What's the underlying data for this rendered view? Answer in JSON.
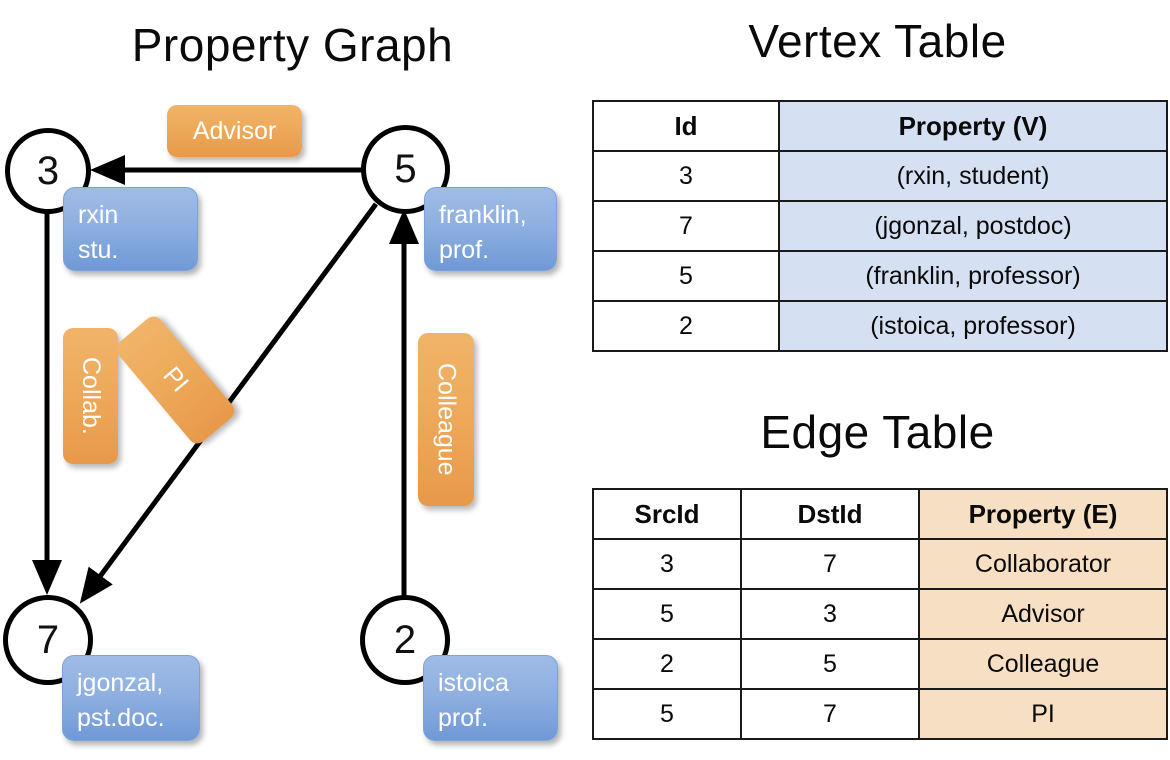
{
  "titles": {
    "property_graph": "Property Graph",
    "vertex_table": "Vertex Table",
    "edge_table": "Edge Table"
  },
  "colors": {
    "vertex_property_fill": "#d5e0f2",
    "edge_property_fill": "#f7dfc4",
    "vertex_box_blue": "#8fb0e0",
    "edge_label_orange": "#eeab5c",
    "stroke": "#000000"
  },
  "graph": {
    "nodes": [
      {
        "id": "3",
        "property_lines": [
          "rxin",
          "stu."
        ]
      },
      {
        "id": "5",
        "property_lines": [
          "franklin,",
          "prof."
        ]
      },
      {
        "id": "7",
        "property_lines": [
          "jgonzal,",
          "pst.doc."
        ]
      },
      {
        "id": "2",
        "property_lines": [
          "istoica",
          "prof."
        ]
      }
    ],
    "edge_labels": [
      {
        "name": "advisor",
        "text": "Advisor",
        "orientation": "horizontal"
      },
      {
        "name": "collab",
        "text": "Collab.",
        "orientation": "vertical"
      },
      {
        "name": "pi",
        "text": "PI",
        "orientation": "rotated"
      },
      {
        "name": "colleague",
        "text": "Colleague",
        "orientation": "vertical"
      }
    ]
  },
  "vertex_table": {
    "columns": [
      "Id",
      "Property (V)"
    ],
    "rows": [
      [
        "3",
        "(rxin, student)"
      ],
      [
        "7",
        "(jgonzal, postdoc)"
      ],
      [
        "5",
        "(franklin, professor)"
      ],
      [
        "2",
        "(istoica, professor)"
      ]
    ]
  },
  "edge_table": {
    "columns": [
      "SrcId",
      "DstId",
      "Property (E)"
    ],
    "rows": [
      [
        "3",
        "7",
        "Collaborator"
      ],
      [
        "5",
        "3",
        "Advisor"
      ],
      [
        "2",
        "5",
        "Colleague"
      ],
      [
        "5",
        "7",
        "PI"
      ]
    ]
  },
  "chart_data": {
    "type": "diagram",
    "title": "Property Graph",
    "nodes": [
      {
        "id": "3",
        "name": "rxin",
        "role": "student"
      },
      {
        "id": "7",
        "name": "jgonzal",
        "role": "postdoc"
      },
      {
        "id": "5",
        "name": "franklin",
        "role": "professor"
      },
      {
        "id": "2",
        "name": "istoica",
        "role": "professor"
      }
    ],
    "edges": [
      {
        "src": "3",
        "dst": "7",
        "label": "Collaborator"
      },
      {
        "src": "5",
        "dst": "3",
        "label": "Advisor"
      },
      {
        "src": "2",
        "dst": "5",
        "label": "Colleague"
      },
      {
        "src": "5",
        "dst": "7",
        "label": "PI"
      }
    ]
  }
}
